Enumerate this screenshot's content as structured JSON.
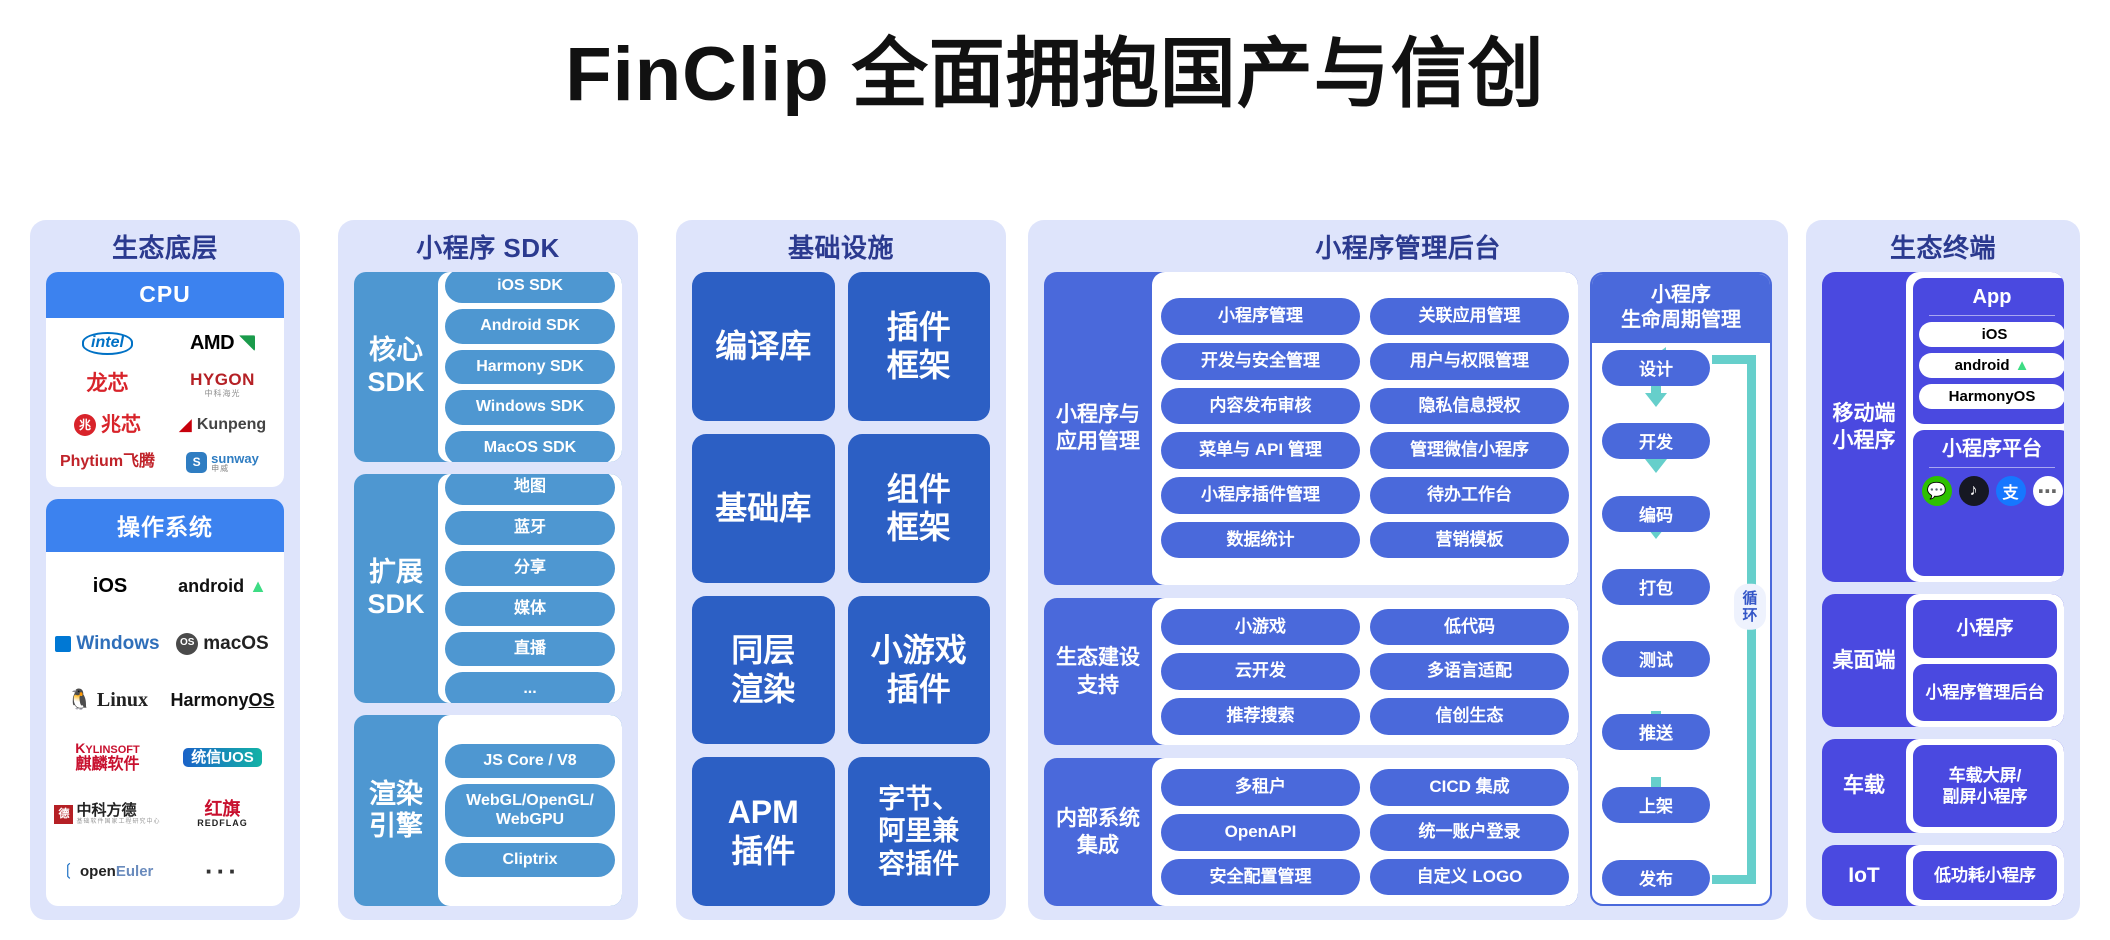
{
  "title": "FinClip 全面拥抱国产与信创",
  "columns": {
    "eco_base": {
      "title": "生态底层",
      "cpu": {
        "header": "CPU",
        "vendors": [
          "intel",
          "AMD",
          "龙芯",
          "HYGON 中科海光",
          "兆芯",
          "Kunpeng",
          "Phytium飞腾",
          "sunway 申威"
        ]
      },
      "os": {
        "header": "操作系统",
        "vendors": [
          "iOS",
          "android",
          "Windows",
          "macOS",
          "Linux",
          "HarmonyOS",
          "KYLINSOFT 麒麟软件",
          "统信UOS",
          "中科方德",
          "红旗 REDFLAG",
          "openEuler",
          "..."
        ]
      }
    },
    "sdk": {
      "title": "小程序 SDK",
      "groups": [
        {
          "name": "核心\nSDK",
          "label": "核心 SDK",
          "items": [
            "iOS SDK",
            "Android SDK",
            "Harmony SDK",
            "Windows SDK",
            "MacOS SDK"
          ]
        },
        {
          "name": "扩展\nSDK",
          "label": "扩展 SDK",
          "items": [
            "地图",
            "蓝牙",
            "分享",
            "媒体",
            "直播",
            "..."
          ]
        },
        {
          "name": "渲染\n引擎",
          "label": "渲染 引擎",
          "items": [
            "JS Core / V8",
            "WebGL/OpenGL/\nWebGPU",
            "Cliptrix"
          ]
        }
      ]
    },
    "infra": {
      "title": "基础设施",
      "cells": [
        "编译库",
        "插件\n框架",
        "基础库",
        "组件\n框架",
        "同层\n渲染",
        "小游戏\n插件",
        "APM\n插件",
        "字节、\n阿里兼\n容插件"
      ]
    },
    "backend": {
      "title": "小程序管理后台",
      "blocks": [
        {
          "name": "小程序与\n应用管理",
          "items": [
            "小程序管理",
            "关联应用管理",
            "开发与安全管理",
            "用户与权限管理",
            "内容发布审核",
            "隐私信息授权",
            "菜单与 API 管理",
            "管理微信小程序",
            "小程序插件管理",
            "待办工作台",
            "数据统计",
            "营销模板"
          ]
        },
        {
          "name": "生态建设\n支持",
          "items": [
            "小游戏",
            "低代码",
            "云开发",
            "多语言适配",
            "推荐搜索",
            "信创生态"
          ]
        },
        {
          "name": "内部系统\n集成",
          "items": [
            "多租户",
            "CICD 集成",
            "OpenAPI",
            "统一账户登录",
            "安全配置管理",
            "自定义 LOGO"
          ]
        }
      ],
      "lifecycle": {
        "header": "小程序\n生命周期管理",
        "steps": [
          "设计",
          "开发",
          "编码",
          "打包",
          "测试",
          "推送",
          "上架",
          "发布"
        ],
        "loop_label": "循环"
      }
    },
    "terminals": {
      "title": "生态终端",
      "items": [
        {
          "name": "移动端\n小程序",
          "boxes": [
            {
              "title": "App",
              "pills": [
                "iOS",
                "android",
                "HarmonyOS"
              ]
            },
            {
              "title": "小程序平台",
              "icons": [
                "wechat-icon",
                "douyin-icon",
                "alipay-icon",
                "more-icon"
              ]
            }
          ]
        },
        {
          "name": "桌面端",
          "cells": [
            "小程序",
            "小程序管理后台"
          ]
        },
        {
          "name": "车载",
          "cells": [
            "车载大屏/\n副屏小程序"
          ]
        },
        {
          "name": "IoT",
          "cells": [
            "低功耗小程序"
          ]
        }
      ]
    }
  },
  "colors": {
    "panel_bg": "#dee4fb",
    "panel_title": "#2b3a8f",
    "cpu_header": "#3c82ef",
    "sdk_blue": "#4e97d1",
    "infra_blue": "#2c5fc4",
    "backend_blue": "#4a69db",
    "terminal_blue": "#4a49e0",
    "loop_teal": "#66cfcb"
  }
}
